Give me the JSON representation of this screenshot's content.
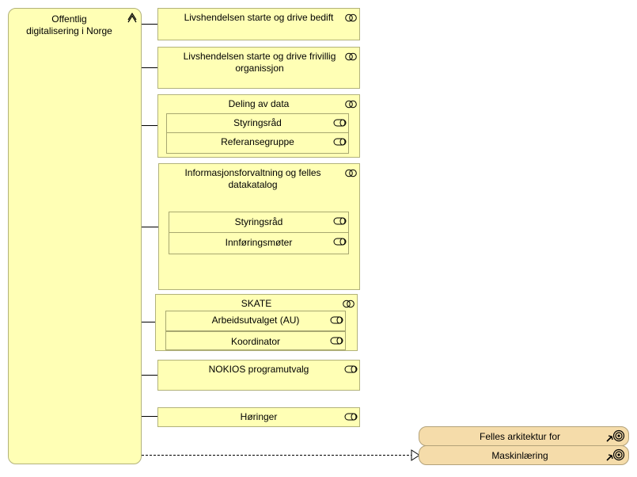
{
  "root": {
    "label": "Offentlig\ndigitalisering i Norge",
    "icon": "collaboration-junction-icon"
  },
  "items": [
    {
      "label": "Livshendelsen starte og drive bedift",
      "icon": "collaboration-icon"
    },
    {
      "label": "Livshendelsen starte og drive frivillig organissjon",
      "icon": "collaboration-icon"
    },
    {
      "label": "Deling av data",
      "icon": "collaboration-icon",
      "children": [
        {
          "label": "Styringsråd",
          "icon": "role-icon"
        },
        {
          "label": "Referansegruppe",
          "icon": "role-icon"
        }
      ]
    },
    {
      "label": "Informasjonsforvaltning og felles datakatalog",
      "icon": "collaboration-icon",
      "children": [
        {
          "label": "Styringsråd",
          "icon": "role-icon"
        },
        {
          "label": "Innføringsmøter",
          "icon": "role-icon"
        }
      ]
    },
    {
      "label": "SKATE",
      "icon": "collaboration-icon",
      "children": [
        {
          "label": "Arbeidsutvalget (AU)",
          "icon": "role-icon"
        },
        {
          "label": "Koordinator",
          "icon": "role-icon"
        }
      ]
    },
    {
      "label": "NOKIOS programutvalg",
      "icon": "role-icon"
    },
    {
      "label": "Høringer",
      "icon": "role-icon"
    }
  ],
  "goals": [
    {
      "label": "Felles arkitektur for",
      "icon": "goal-icon"
    },
    {
      "label": "Maskinlæring",
      "icon": "goal-icon"
    }
  ],
  "colors": {
    "business_fill": "#ffffb5",
    "goal_fill": "#f5dcaa",
    "border": "#b2b27a"
  }
}
